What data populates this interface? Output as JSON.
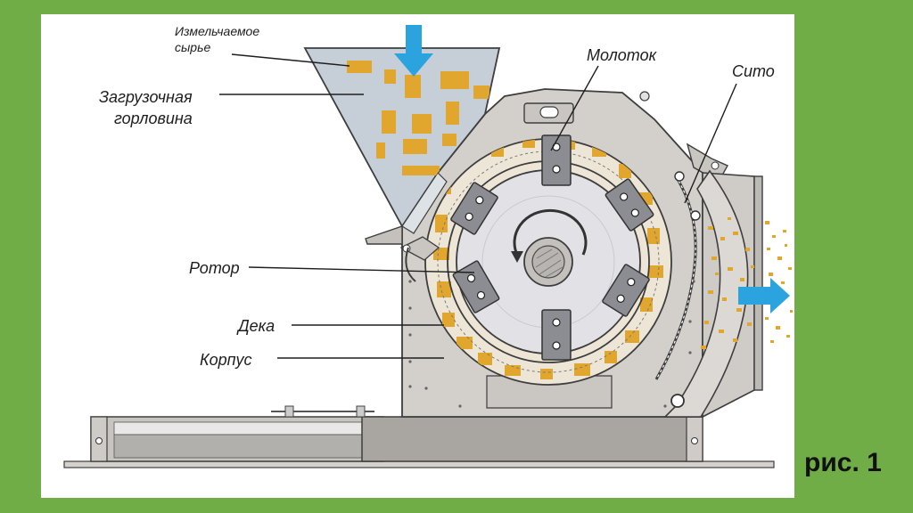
{
  "figure_caption": "рис. 1",
  "labels": {
    "raw_material_line1": "Измельчаемое",
    "raw_material_line2": "сырье",
    "feed_throat_line1": "Загрузочная",
    "feed_throat_line2": "горловина",
    "hammer": "Молоток",
    "sieve": "Сито",
    "rotor": "Ротор",
    "deck": "Дека",
    "housing": "Корпус"
  },
  "colors": {
    "background": "#71ad47",
    "panel": "#ffffff",
    "housing": "#d3d0cc",
    "rotor_disc": "#e1e1e6",
    "particles": "#e0a62e",
    "arrows": "#2aa3de",
    "outline": "#3e3e3e"
  },
  "icons": {
    "inflow_arrow": "arrow-down-icon",
    "outflow_arrow": "arrow-right-icon",
    "rotation": "rotation-arrow-icon"
  }
}
